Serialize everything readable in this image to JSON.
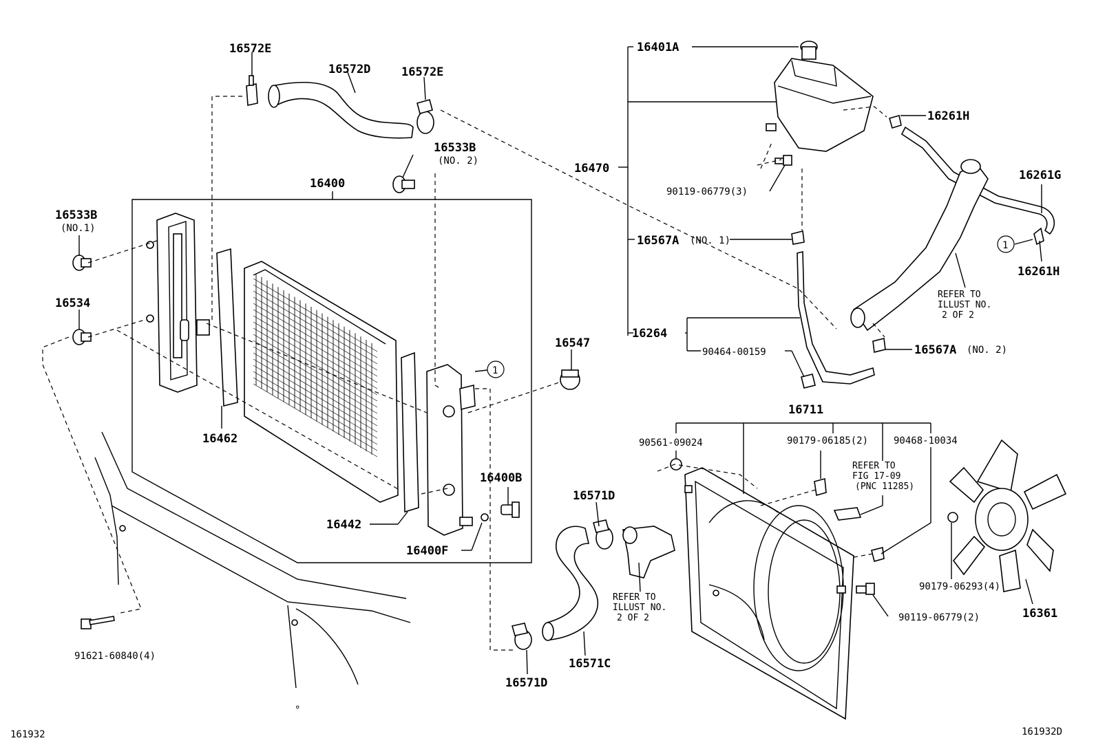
{
  "diagram": {
    "figure_code_left": "161932",
    "figure_code_right": "161932D",
    "callout_ref": "1",
    "labels": {
      "p16572E_a": "16572E",
      "p16572D": "16572D",
      "p16572E_b": "16572E",
      "p16533B_no2": "16533B",
      "p16533B_no2_sub": "(NO. 2)",
      "p16400": "16400",
      "p16533B_no1": "16533B",
      "p16533B_no1_sub": "(NO.1)",
      "p16534": "16534",
      "p16462": "16462",
      "p16442": "16442",
      "p16547": "16547",
      "p16400B": "16400B",
      "p16400F": "16400F",
      "p91621": "91621-60840(4)",
      "p16571D_a": "16571D",
      "p16571C": "16571C",
      "p16571D_b": "16571D",
      "p16401A": "16401A",
      "p16470": "16470",
      "p90119_3": "90119-06779(3)",
      "p16261H_a": "16261H",
      "p16261G": "16261G",
      "p16261H_b": "16261H",
      "p16567A_no1": "16567A",
      "p16567A_no1_sub": "(NO. 1)",
      "p16264": "16264",
      "p90464": "90464-00159",
      "p16567A_no2": "16567A",
      "p16567A_no2_sub": "(NO. 2)",
      "p16711": "16711",
      "p90561": "90561-09024",
      "p90179_2": "90179-06185(2)",
      "p90468": "90468-10034",
      "p90179_4": "90179-06293(4)",
      "p16361": "16361",
      "p90119_2": "90119-06779(2)"
    },
    "notes": {
      "refer_illust_1": [
        "REFER TO",
        "ILLUST NO.",
        "2 OF 2"
      ],
      "refer_illust_2": [
        "REFER TO",
        "ILLUST NO.",
        "2 OF 2"
      ],
      "refer_fig": [
        "REFER TO",
        "FIG 17-09",
        "(PNC 11285)"
      ]
    }
  }
}
